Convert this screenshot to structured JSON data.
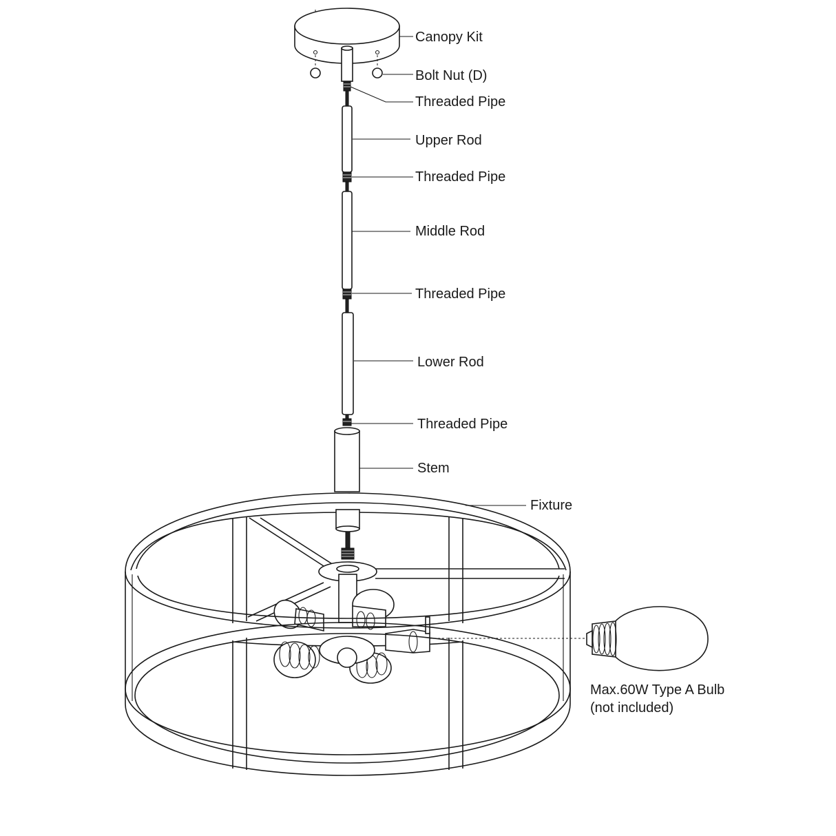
{
  "labels": {
    "canopy_kit": "Canopy Kit",
    "bolt_nut": "Bolt Nut (D)",
    "threaded_pipe_1": "Threaded Pipe",
    "upper_rod": "Upper Rod",
    "threaded_pipe_2": "Threaded Pipe",
    "middle_rod": "Middle Rod",
    "threaded_pipe_3": "Threaded Pipe",
    "lower_rod": "Lower Rod",
    "threaded_pipe_4": "Threaded Pipe",
    "stem": "Stem",
    "fixture": "Fixture",
    "bulb_line1": "Max.60W Type A Bulb",
    "bulb_line2": "(not included)"
  }
}
